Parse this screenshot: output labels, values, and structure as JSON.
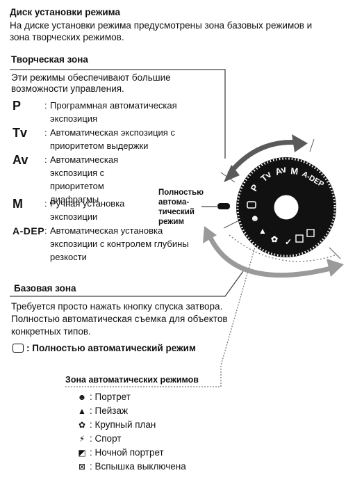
{
  "header": {
    "title": "Диск установки режима",
    "intro": "На диске установки режима предусмотрены зона базовых режимов и зона творческих режимов."
  },
  "creative_zone": {
    "title": "Творческая зона",
    "description": "Эти режимы обеспечивают большие возможности управления.",
    "modes": [
      {
        "symbol": "P",
        "text": "Программная автоматическая экспозиция"
      },
      {
        "symbol": "Tv",
        "text": "Автоматическая экспозиция с приоритетом выдержки"
      },
      {
        "symbol": "Av",
        "text": "Автоматическая экспозиция с приоритетом диафрагмы"
      },
      {
        "symbol": "M",
        "text": "Ручная установка экспозиции"
      },
      {
        "symbol": "A-DEP",
        "text": "Автоматическая установка экспозиции с контролем глубины резкости"
      }
    ]
  },
  "dial": {
    "label": "Полностью авто- матический режим",
    "label_lines": [
      "Полностью",
      "автома-",
      "тический",
      "режим"
    ],
    "marks": [
      "P",
      "Tv",
      "Av",
      "M",
      "A-DEP"
    ]
  },
  "basic_zone": {
    "title": "Базовая зона",
    "description": "Требуется просто нажать кнопку спуска затвора. Полностью автоматическая съемка для объектов конкретных типов.",
    "full_auto": ": Полностью автоматический режим"
  },
  "auto_zone": {
    "title": "Зона автоматических режимов",
    "items": [
      {
        "icon": "portrait-icon",
        "label": ": Портрет"
      },
      {
        "icon": "landscape-icon",
        "label": ": Пейзаж"
      },
      {
        "icon": "macro-icon",
        "label": ": Крупный план"
      },
      {
        "icon": "sport-icon",
        "label": ": Спорт"
      },
      {
        "icon": "night-portrait-icon",
        "label": ": Ночной портрет"
      },
      {
        "icon": "flash-off-icon",
        "label": ": Вспышка выключена"
      }
    ]
  }
}
